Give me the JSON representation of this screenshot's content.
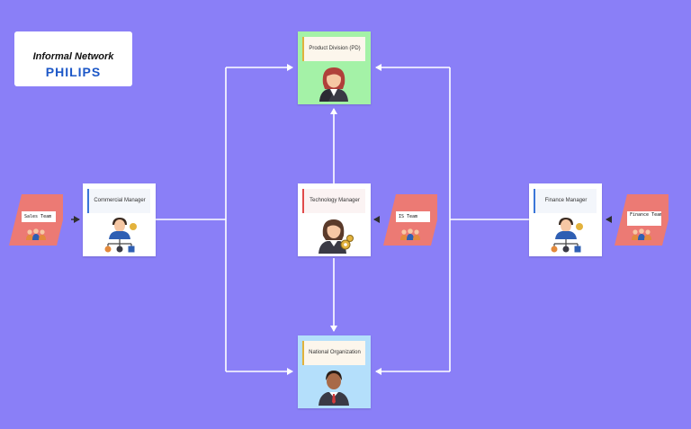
{
  "header": {
    "title": "Informal Network",
    "brand": "PHILIPS"
  },
  "nodes": {
    "product_division": {
      "label": "Product Division (PD)",
      "fill": "#a4f2a7"
    },
    "technology_manager": {
      "label": "Technology Manager",
      "fill": "#ffffff"
    },
    "commercial_manager": {
      "label": "Commercial Manager",
      "fill": "#ffffff"
    },
    "finance_manager": {
      "label": "Finance Manager",
      "fill": "#ffffff"
    },
    "national_organization": {
      "label": "National Organization",
      "fill": "#b4dffb"
    }
  },
  "teams": {
    "sales": {
      "label": "Sales Team"
    },
    "is": {
      "label": "IS Team"
    },
    "finance": {
      "label": "Finance Team"
    }
  },
  "colors": {
    "background": "#8a7ff7",
    "team_fill": "#ec7a74",
    "connector": "#ffffff",
    "brand": "#1c57c7"
  },
  "connections": [
    {
      "from": "technology_manager",
      "to": "product_division"
    },
    {
      "from": "technology_manager",
      "to": "national_organization"
    },
    {
      "from": "commercial_manager",
      "to": "product_division"
    },
    {
      "from": "commercial_manager",
      "to": "national_organization"
    },
    {
      "from": "finance_manager",
      "to": "product_division"
    },
    {
      "from": "finance_manager",
      "to": "national_organization"
    },
    {
      "from": "sales",
      "to": "commercial_manager"
    },
    {
      "from": "is",
      "to": "technology_manager"
    },
    {
      "from": "finance",
      "to": "finance_manager"
    }
  ]
}
